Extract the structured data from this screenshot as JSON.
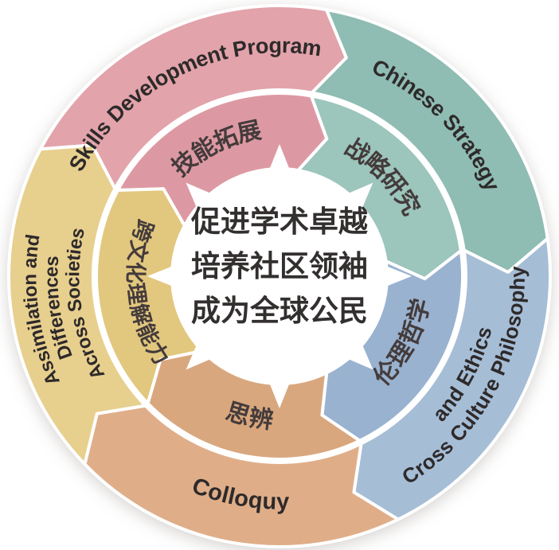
{
  "diagram": {
    "type": "circular-program-wheel",
    "background_color": "#ffffff",
    "center": {
      "lines": [
        "促进学术卓越",
        "培养社区领袖",
        "成为全球公民"
      ],
      "text_color": "#332f2f",
      "circle_color": "#ffffff"
    },
    "flow": "clockwise",
    "segments": [
      {
        "id": "skills",
        "en_lines": [
          "Skills Development Program"
        ],
        "cn": "技能拓展",
        "color_outer": "#e2a3ab",
        "color_inner": "#dd99a3",
        "start": 298,
        "end": 370
      },
      {
        "id": "strategy",
        "en_lines": [
          "Chinese Strategy"
        ],
        "cn": "战略研究",
        "color_outer": "#8fbcb3",
        "color_inner": "#9cc5bc",
        "start": 10,
        "end": 82
      },
      {
        "id": "philosophy",
        "en_lines": [
          "Cross Culture Philosophy",
          "and Ethics"
        ],
        "cn": "伦理哲学",
        "color_outer": "#a6bdd6",
        "color_inner": "#99b2cf",
        "start": 82,
        "end": 154
      },
      {
        "id": "colloquy",
        "en_lines": [
          "Colloquy"
        ],
        "cn": "思辨",
        "color_outer": "#dfae89",
        "color_inner": "#d9a77e",
        "start": 154,
        "end": 226
      },
      {
        "id": "assimilation",
        "en_lines": [
          "Assimilation and",
          "Differences",
          "Across Societies"
        ],
        "cn": "跨文化理解能力",
        "color_outer": "#e7cf8e",
        "color_inner": "#e2c77e",
        "start": 226,
        "end": 298
      }
    ]
  }
}
